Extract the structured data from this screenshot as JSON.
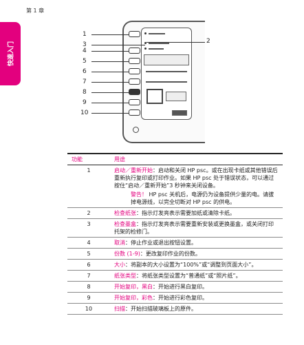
{
  "header": {
    "chapter": "第 1 章"
  },
  "side_tab": {
    "label": "快速入门"
  },
  "diagram": {
    "callouts": [
      "1",
      "2",
      "3",
      "4",
      "5",
      "6",
      "7",
      "8",
      "9",
      "10"
    ]
  },
  "table": {
    "headers": {
      "feature": "功能",
      "purpose": "用途"
    },
    "rows": [
      {
        "num": "1",
        "term": "启动／重新开始",
        "desc": "：启动和关闭 HP psc。或在出现卡纸或其他错误后重新执行复印或打印作业。如果 HP psc 处于错误状态，可以通过按住“启动／重新开始”3 秒钟来关闭设备。",
        "warn_term": "警告！",
        "warn_desc": " HP psc 关机后，电源仍为设备提供少量的电。请拔掉电源线，以完全切断对 HP psc 的供电。"
      },
      {
        "num": "2",
        "term": "检查纸张",
        "desc": "：指示灯发亮表示需要加纸或清除卡纸。"
      },
      {
        "num": "3",
        "term": "检查墨盒",
        "desc": "：指示灯发亮表示需要重新安装或更换墨盒，或关闭打印托架的检修门。"
      },
      {
        "num": "4",
        "term": "取消",
        "desc": "：停止作业或退出按钮设置。"
      },
      {
        "num": "5",
        "term": "份数 (1-9)",
        "desc": "：更改复印作业的份数。"
      },
      {
        "num": "6",
        "term": "大小",
        "desc": "：将副本的大小设置为“100%”或“调整到页面大小”。"
      },
      {
        "num": "7",
        "term": "纸张类型",
        "desc": "：将纸张类型设置为“普通纸”或“照片纸”。"
      },
      {
        "num": "8",
        "term": "开始复印，黑白",
        "desc": "：开始进行黑白复印。"
      },
      {
        "num": "9",
        "term": "开始复印，彩色",
        "desc": "：开始进行彩色复印。"
      },
      {
        "num": "10",
        "term": "扫描",
        "desc": "：开始扫描玻璃板上的原件。"
      }
    ]
  }
}
